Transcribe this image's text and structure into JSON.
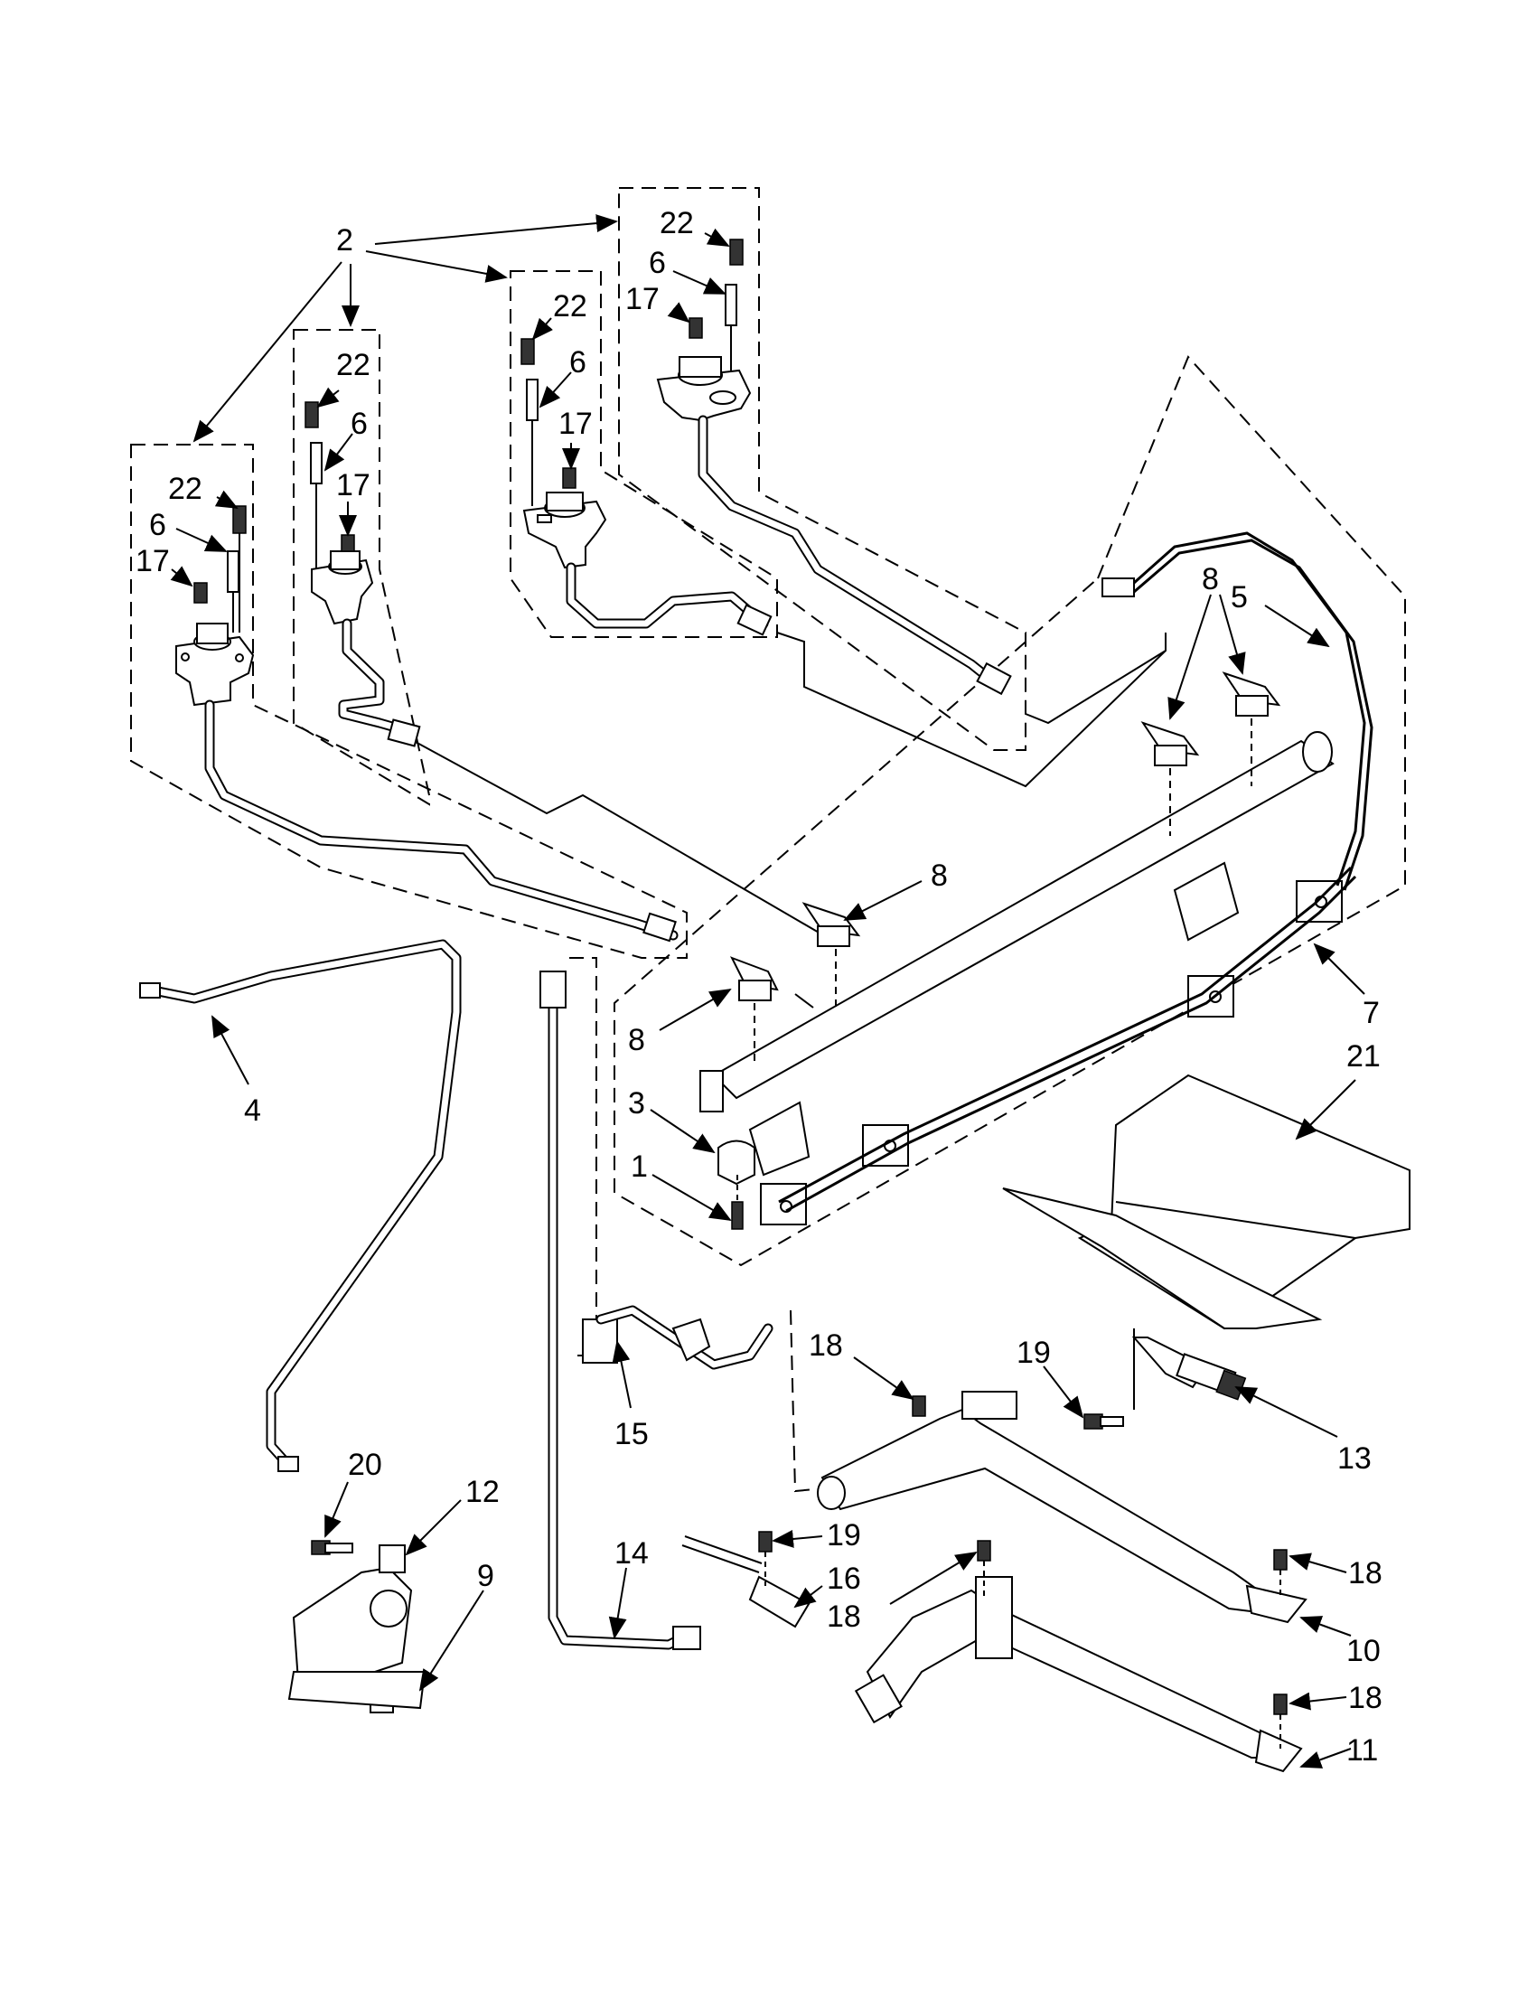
{
  "callouts": {
    "c1": "1",
    "c2": "2",
    "c3": "3",
    "c4": "4",
    "c5": "5",
    "c6a": "6",
    "c6b": "6",
    "c6c": "6",
    "c6d": "6",
    "c7": "7",
    "c8a": "8",
    "c8b": "8",
    "c8c": "8",
    "c9": "9",
    "c10": "10",
    "c11": "11",
    "c12": "12",
    "c13": "13",
    "c14": "14",
    "c15": "15",
    "c16": "16",
    "c17a": "17",
    "c17b": "17",
    "c17c": "17",
    "c17d": "17",
    "c18a": "18",
    "c18b": "18",
    "c18c": "18",
    "c18d": "18",
    "c19a": "19",
    "c19b": "19",
    "c20": "20",
    "c21": "21",
    "c22a": "22",
    "c22b": "22",
    "c22c": "22",
    "c22d": "22"
  }
}
